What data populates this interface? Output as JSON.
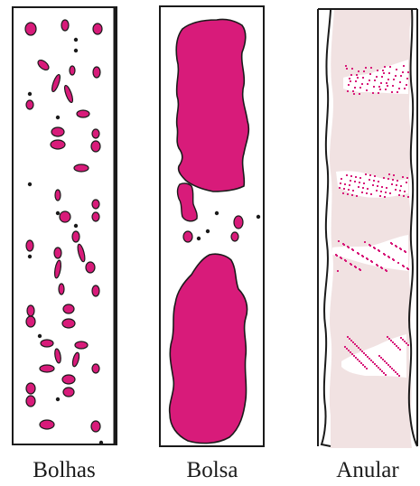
{
  "colors": {
    "bubble": "#d81b7a",
    "outline": "#1a1a1a",
    "annular_fill": "#f1e2e2",
    "background": "#ffffff"
  },
  "panels": [
    {
      "id": "bubbles",
      "caption": "Bolhas"
    },
    {
      "id": "slug",
      "caption": "Bolsa"
    },
    {
      "id": "annular",
      "caption": "Anular"
    }
  ]
}
